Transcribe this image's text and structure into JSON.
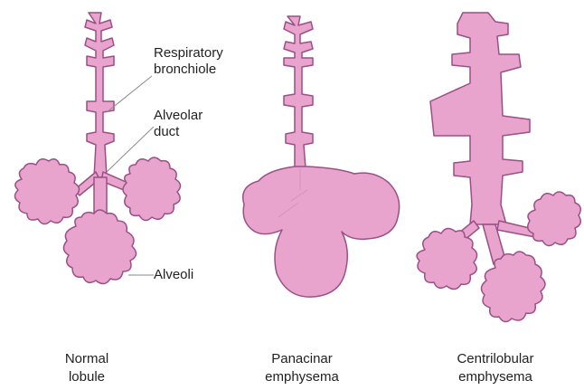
{
  "labels": {
    "respiratory_bronchiole": [
      "Respiratory",
      "bronchiole"
    ],
    "alveolar_duct": [
      "Alveolar",
      "duct"
    ],
    "alveoli": "Alveoli"
  },
  "captions": [
    [
      "Normal",
      "lobule"
    ],
    [
      "Panacinar",
      "emphysema"
    ],
    [
      "Centrilobular",
      "emphysema"
    ]
  ],
  "colors": {
    "tissue": "#e8a4cd",
    "outline": "#9a4f86",
    "leader": "#8a8a8a"
  }
}
